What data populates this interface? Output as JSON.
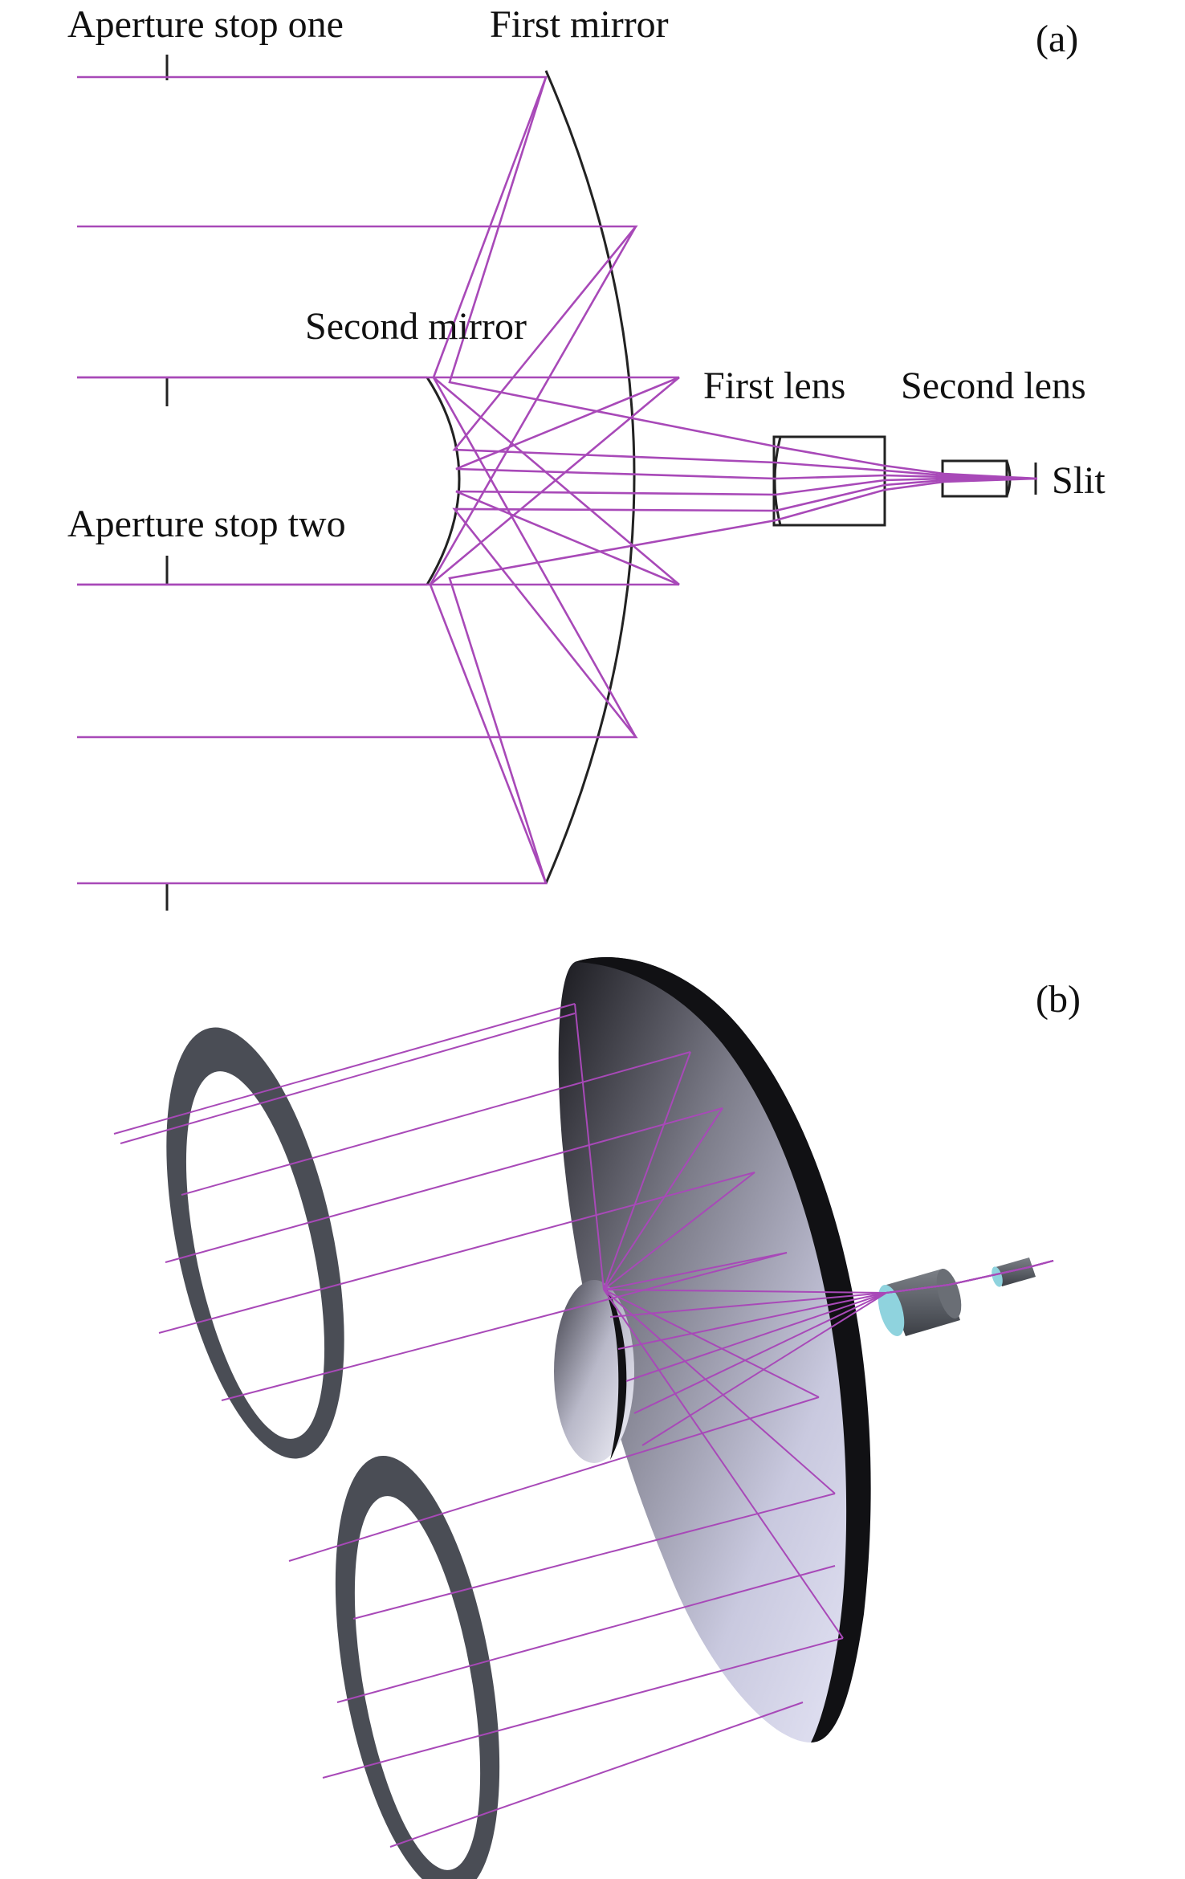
{
  "colors": {
    "ray": "#A849B8",
    "outline": "#222222",
    "ring": "#4A4D55",
    "lens_body": "#5E6268",
    "lens_face": "#8FD3DE",
    "mirror_dark": "#111114",
    "mirror_light": "#DCDCF2"
  },
  "panel_a": {
    "tag": "(a)",
    "labels": {
      "aperture_stop_one": "Aperture stop one",
      "first_mirror": "First mirror",
      "second_mirror": "Second mirror",
      "first_lens": "First lens",
      "second_lens": "Second lens",
      "slit": "Slit",
      "aperture_stop_two": "Aperture stop two"
    }
  },
  "panel_b": {
    "tag": "(b)"
  }
}
